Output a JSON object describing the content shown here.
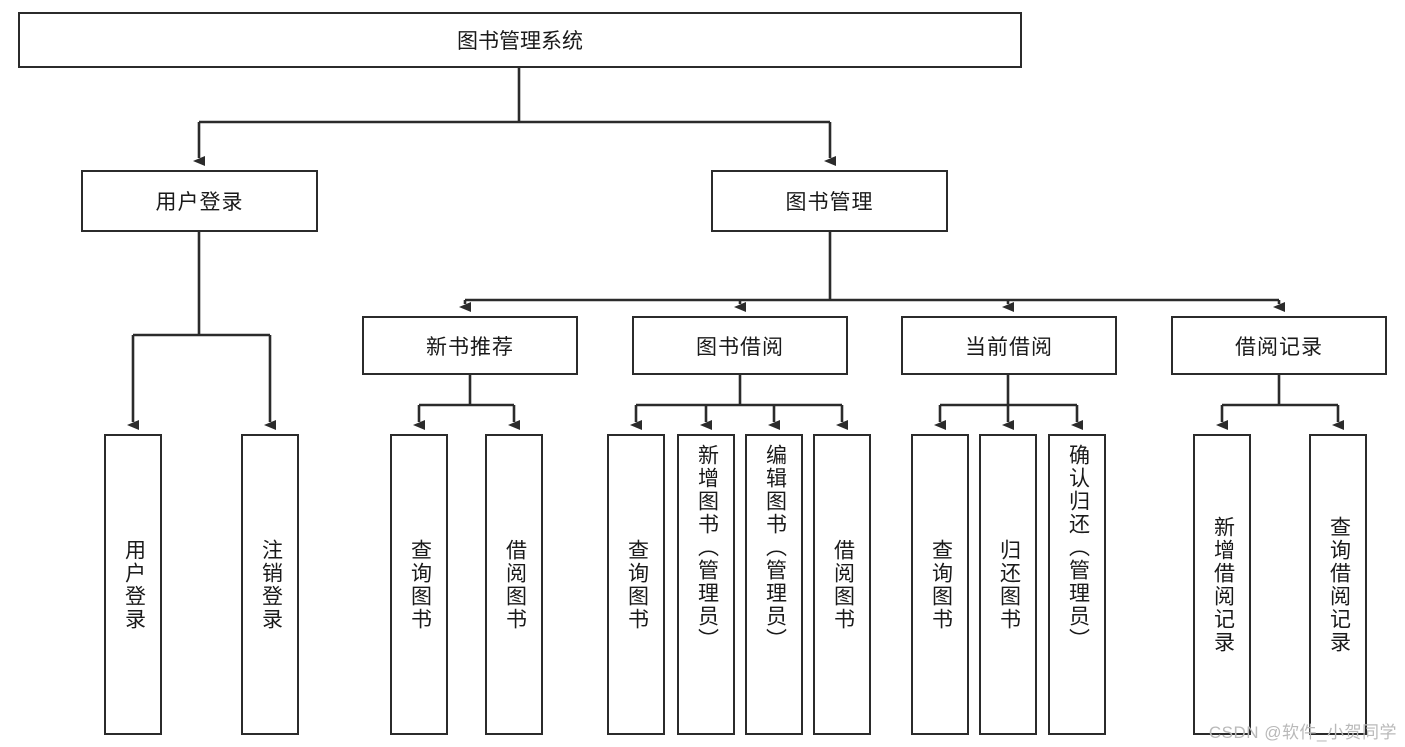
{
  "diagram": {
    "title": "图书管理系统",
    "type": "tree-hierarchy-chart",
    "watermark": "CSDN @软件_小贺同学",
    "colors": {
      "stroke": "#2b2b2b",
      "fill": "#ffffff",
      "text": "#1a1a1a",
      "watermark": "#b9b9b9"
    },
    "root": {
      "label": "图书管理系统"
    },
    "level2": [
      {
        "label": "用户登录"
      },
      {
        "label": "图书管理"
      }
    ],
    "level3": [
      {
        "label": "新书推荐"
      },
      {
        "label": "图书借阅"
      },
      {
        "label": "当前借阅"
      },
      {
        "label": "借阅记录"
      }
    ],
    "leaves": {
      "user_login": [
        {
          "label": "用户登录"
        },
        {
          "label": "注销登录"
        }
      ],
      "new_book_recommend": [
        {
          "label": "查询图书"
        },
        {
          "label": "借阅图书"
        }
      ],
      "book_borrow": [
        {
          "label": "查询图书"
        },
        {
          "label": "新增图书（管理员）"
        },
        {
          "label": "编辑图书（管理员）"
        },
        {
          "label": "借阅图书"
        }
      ],
      "current_borrow": [
        {
          "label": "查询图书"
        },
        {
          "label": "归还图书"
        },
        {
          "label": "确认归还（管理员）"
        }
      ],
      "borrow_record": [
        {
          "label": "新增借阅记录"
        },
        {
          "label": "查询借阅记录"
        }
      ]
    }
  }
}
